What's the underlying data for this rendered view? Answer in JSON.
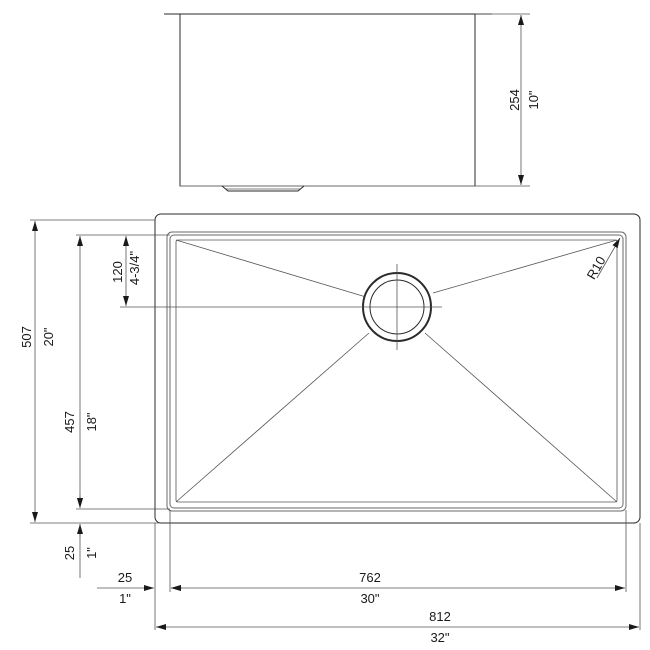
{
  "drawing": {
    "subject": "Undermount kitchen sink technical drawing",
    "side_view": {
      "depth_mm": "254",
      "depth_in": "10\""
    },
    "top_view": {
      "outer_length_mm": "812",
      "outer_length_in": "32\"",
      "bowl_length_mm": "762",
      "bowl_length_in": "30\"",
      "flange_side_mm": "25",
      "flange_side_in": "1\"",
      "outer_width_mm": "507",
      "outer_width_in": "20\"",
      "bowl_width_mm": "457",
      "bowl_width_in": "18\"",
      "flange_front_mm": "25",
      "flange_front_in": "1\"",
      "drain_offset_mm": "120",
      "drain_offset_in": "4-3/4\"",
      "corner_radius": "R10"
    }
  }
}
